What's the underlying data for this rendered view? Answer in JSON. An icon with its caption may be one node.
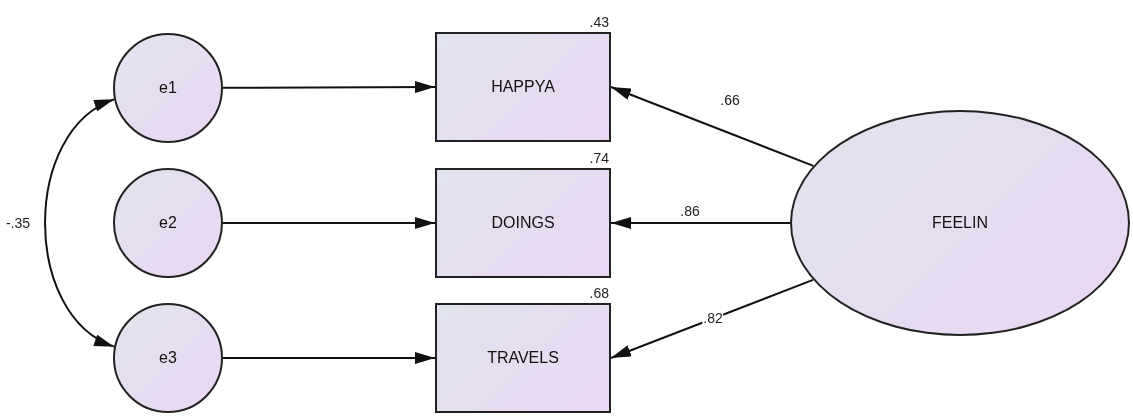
{
  "diagram": {
    "nodes": [
      {
        "text": [
          "e1"
        ]
      },
      {
        "text": [
          "e2"
        ]
      },
      {
        "text": [
          "e3"
        ]
      },
      {
        "text": [
          "HAPPYA"
        ],
        "beside": [
          ".43"
        ]
      },
      {
        "text": [
          "DOINGS"
        ],
        "beside": [
          ".74"
        ]
      },
      {
        "text": [
          "TRAVELS"
        ],
        "beside": [
          ".68"
        ]
      },
      {
        "text": [
          "FEELIN"
        ]
      }
    ],
    "edges": [
      {
        "from": 0,
        "to": 3,
        "arrow": "to"
      },
      {
        "from": 1,
        "to": 4,
        "arrow": "to"
      },
      {
        "from": 2,
        "to": 5,
        "arrow": "to"
      },
      {
        "from": 6,
        "to": 3,
        "arrow": "to",
        "label": ".66"
      },
      {
        "from": 6,
        "to": 4,
        "arrow": "to",
        "label": ".86"
      },
      {
        "from": 6,
        "to": 5,
        "arrow": "to",
        "label": ".82"
      },
      {
        "from": 0,
        "to": 2,
        "arrow": "both",
        "label": "-.35"
      }
    ]
  }
}
